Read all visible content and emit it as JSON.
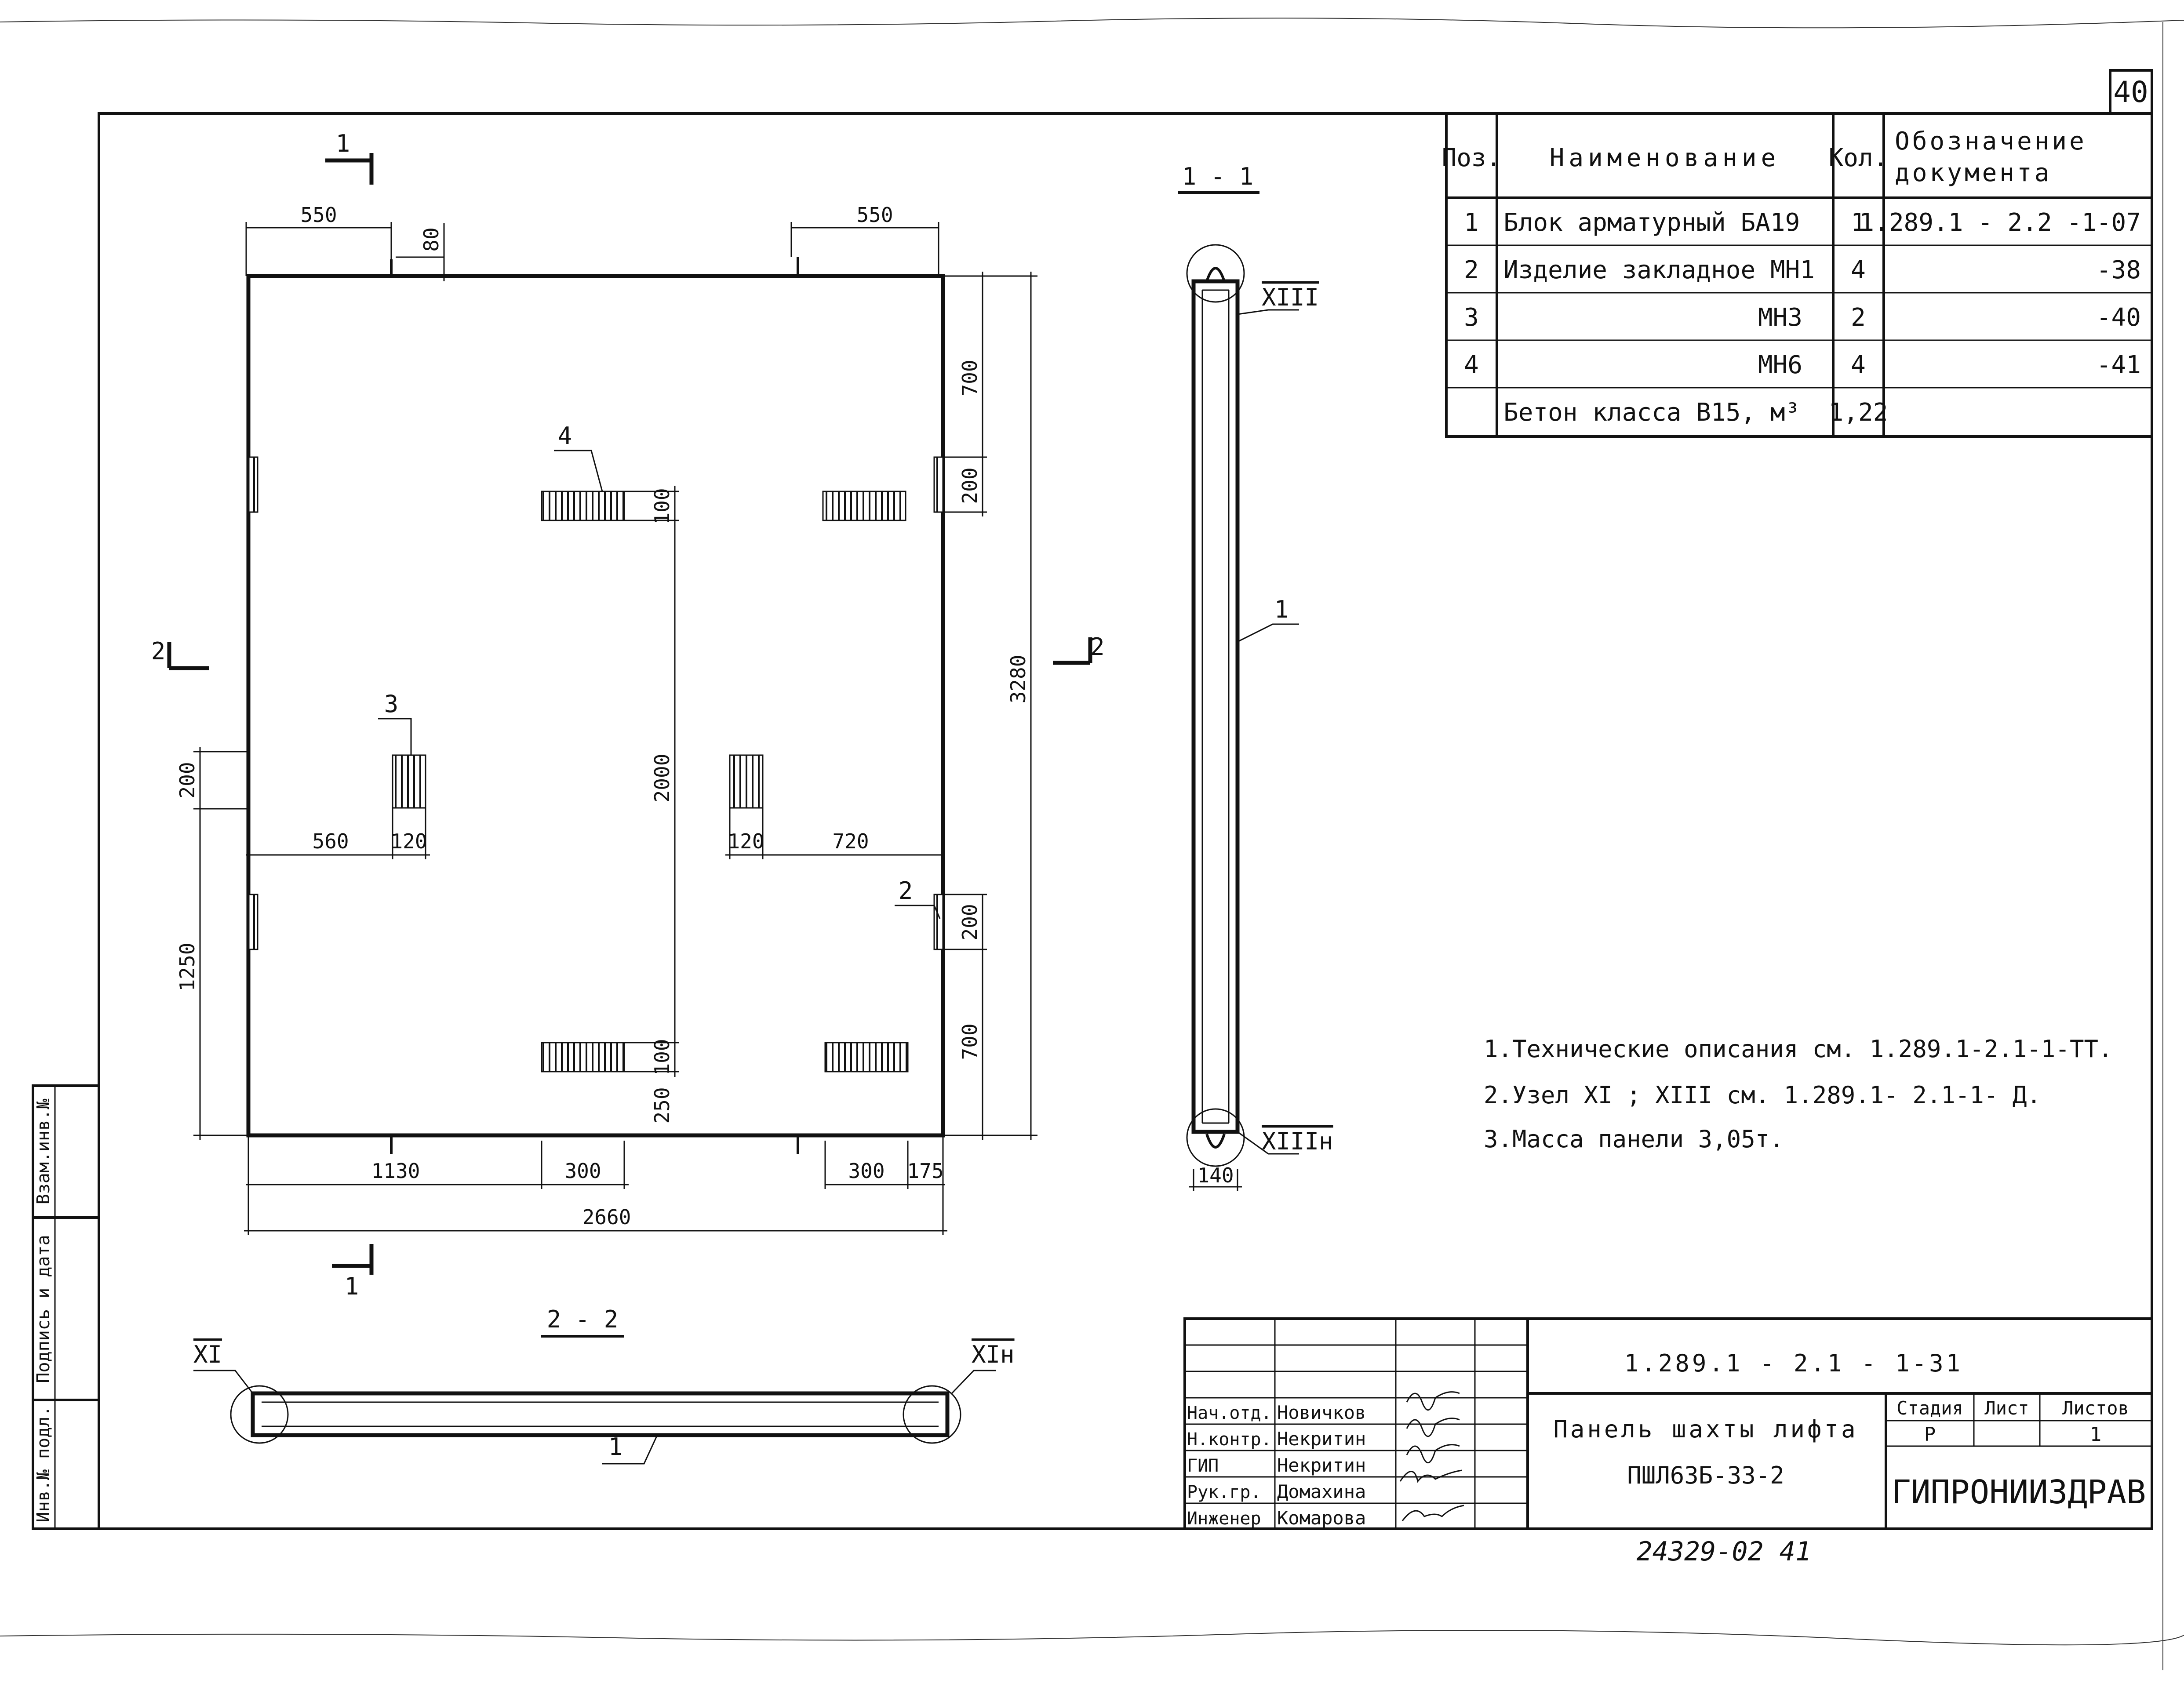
{
  "sheet": {
    "sheet_number": "40",
    "archive_number": "24329-02 41"
  },
  "spec_table": {
    "headers": {
      "pos": "Поз.",
      "name": "Наименование",
      "qty": "Кол.",
      "designation_line1": "Обозначение",
      "designation_line2": "документа"
    },
    "rows": [
      {
        "pos": "1",
        "name": "Блок арматурный БА19",
        "qty": "1",
        "designation": "1.289.1 - 2.2 -1-07"
      },
      {
        "pos": "2",
        "name": "Изделие закладное МН1",
        "qty": "4",
        "designation": "-38"
      },
      {
        "pos": "3",
        "name": "МН3",
        "qty": "2",
        "designation": "-40"
      },
      {
        "pos": "4",
        "name": "МН6",
        "qty": "4",
        "designation": "-41"
      },
      {
        "pos": "",
        "name": "Бетон класса В15, м³",
        "qty": "1,22",
        "designation": ""
      }
    ]
  },
  "plan": {
    "dims": {
      "top_left": "550",
      "top_right": "550",
      "top_small": "80",
      "right_700_top": "700",
      "right_200_top": "200",
      "overall_height": "3280",
      "right_200_bottom": "200",
      "right_700_bottom": "700",
      "inner_2000": "2000",
      "inner_100_top": "100",
      "inner_100_bottom": "100",
      "inner_250": "250",
      "left_200": "200",
      "left_1250": "1250",
      "mid_560": "560",
      "mid_120_left": "120",
      "mid_120_right": "120",
      "mid_720": "720",
      "bottom_1130": "1130",
      "bottom_300_left": "300",
      "bottom_300_right": "300",
      "bottom_175": "175",
      "overall_width": "2660"
    },
    "callouts": {
      "item_4": "4",
      "item_3": "3",
      "item_2": "2"
    },
    "cut_markers": {
      "top": "1",
      "bottom": "1",
      "left": "2",
      "right": "2"
    }
  },
  "section_1_1": {
    "title": "1 - 1",
    "node_top": "XIII",
    "node_bottom": "XIIIн",
    "item": "1",
    "width_dim": "140"
  },
  "section_2_2": {
    "title": "2 - 2",
    "node_left": "XI",
    "node_right": "XIн",
    "item": "1"
  },
  "notes": [
    "1.Технические описания см. 1.289.1-2.1-1-ТТ.",
    "2.Узел XI ; XIII    см. 1.289.1- 2.1-1- Д.",
    "3.Масса панели 3,05т."
  ],
  "title_block": {
    "doc_code": "1.289.1 - 2.1 - 1-31",
    "title_line1": "Панель шахты лифта",
    "title_line2": "ПШЛ63Б-33-2",
    "stage_label": "Стадия",
    "sheet_label": "Лист",
    "sheets_label": "Листов",
    "stage": "Р",
    "sheet": "",
    "sheets": "1",
    "org": "ГИПРОНИИЗДРАВ",
    "staff": [
      {
        "role": "Нач.отд.",
        "name": "Новичков"
      },
      {
        "role": "Н.контр.",
        "name": "Некритин"
      },
      {
        "role": "ГИП",
        "name": "Некритин"
      },
      {
        "role": "Рук.гр.",
        "name": "Домахина"
      },
      {
        "role": "Инженер",
        "name": "Комарова"
      }
    ]
  },
  "side_stamp": {
    "inv_podl": "Инв.№ подл.",
    "podpis_data": "Подпись и дата",
    "vzam_inv": "Взам.инв.№"
  }
}
